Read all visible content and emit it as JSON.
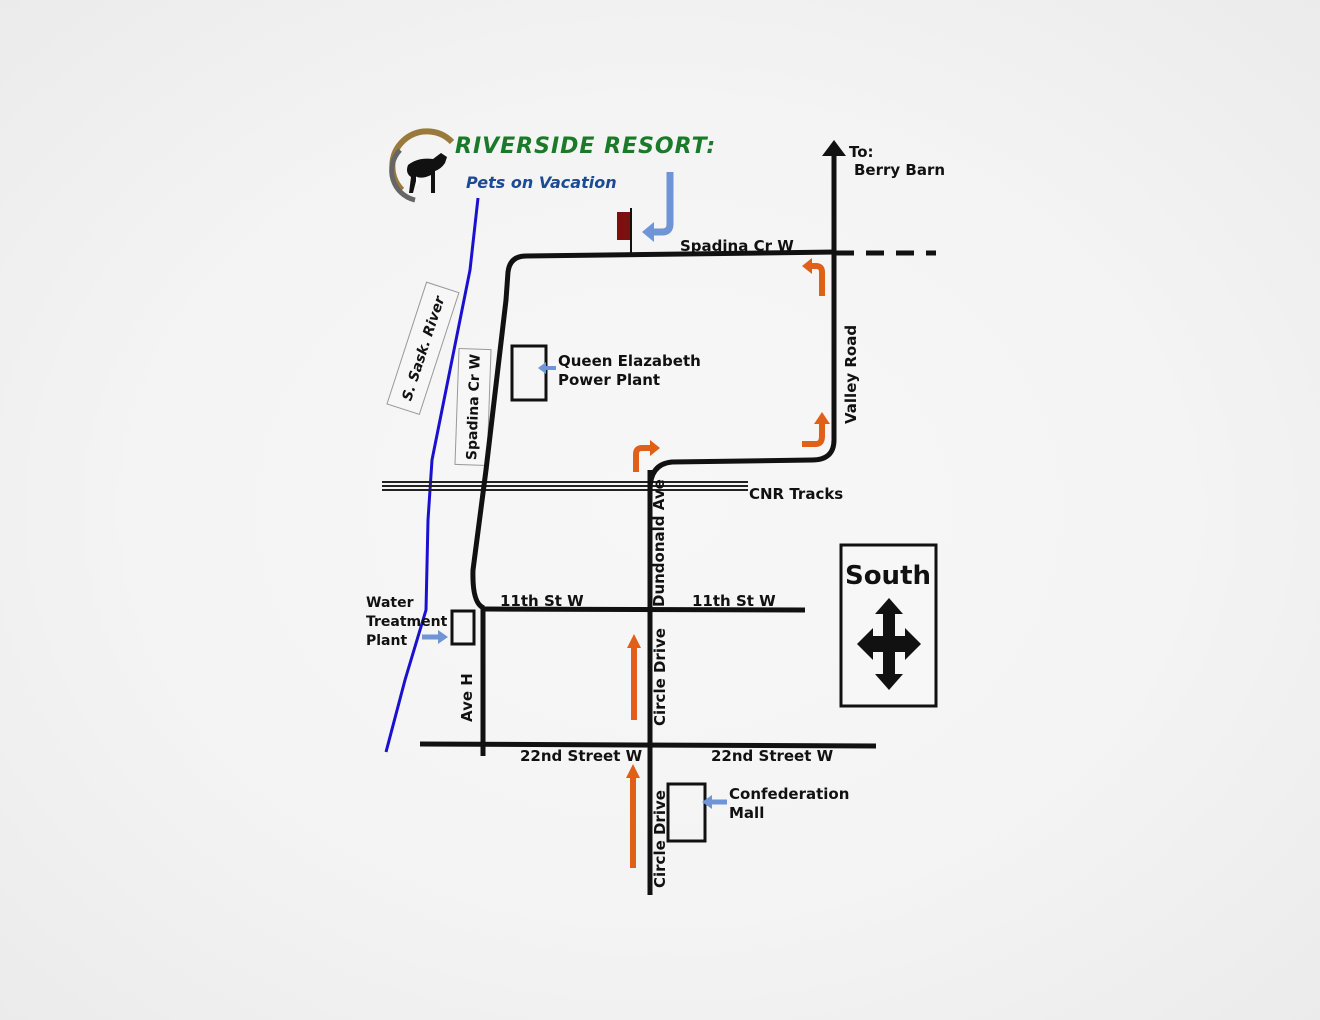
{
  "header": {
    "title": "RIVERSIDE RESORT:",
    "subtitle": "Pets on Vacation",
    "logo_icon": "dog-and-cat-logo-icon"
  },
  "destination": {
    "to_label": "To:",
    "name": "Berry Barn"
  },
  "streets": {
    "spadina_top": "Spadina Cr W",
    "spadina_side": "Spadina Cr W",
    "valley_road": "Valley Road",
    "cnr_tracks": "CNR Tracks",
    "dundonald": "Dundonald Ave",
    "eleventh_left": "11th St W",
    "eleventh_right": "11th St W",
    "circle_drive_upper": "Circle Drive",
    "circle_drive_lower": "Circle Drive",
    "ave_h": "Ave H",
    "twentysecond_left": "22nd Street W",
    "twentysecond_right": "22nd Street W"
  },
  "water": {
    "river": "S. Sask. River"
  },
  "landmarks": {
    "power_plant_line1": "Queen Elazabeth",
    "power_plant_line2": "Power Plant",
    "water_plant_line1": "Water",
    "water_plant_line2": "Treatment",
    "water_plant_line3": "Plant",
    "mall_line1": "Confederation",
    "mall_line2": "Mall"
  },
  "compass": {
    "label": "South",
    "icon": "four-way-arrow-icon"
  },
  "colors": {
    "road": "#111111",
    "river": "#1a10d0",
    "route_arrow": "#e0601a",
    "pointer_arrow": "#6f95d6",
    "resort_marker": "#7a1010",
    "title_green": "#1a7a2a",
    "subtitle_blue": "#1c4a94"
  }
}
